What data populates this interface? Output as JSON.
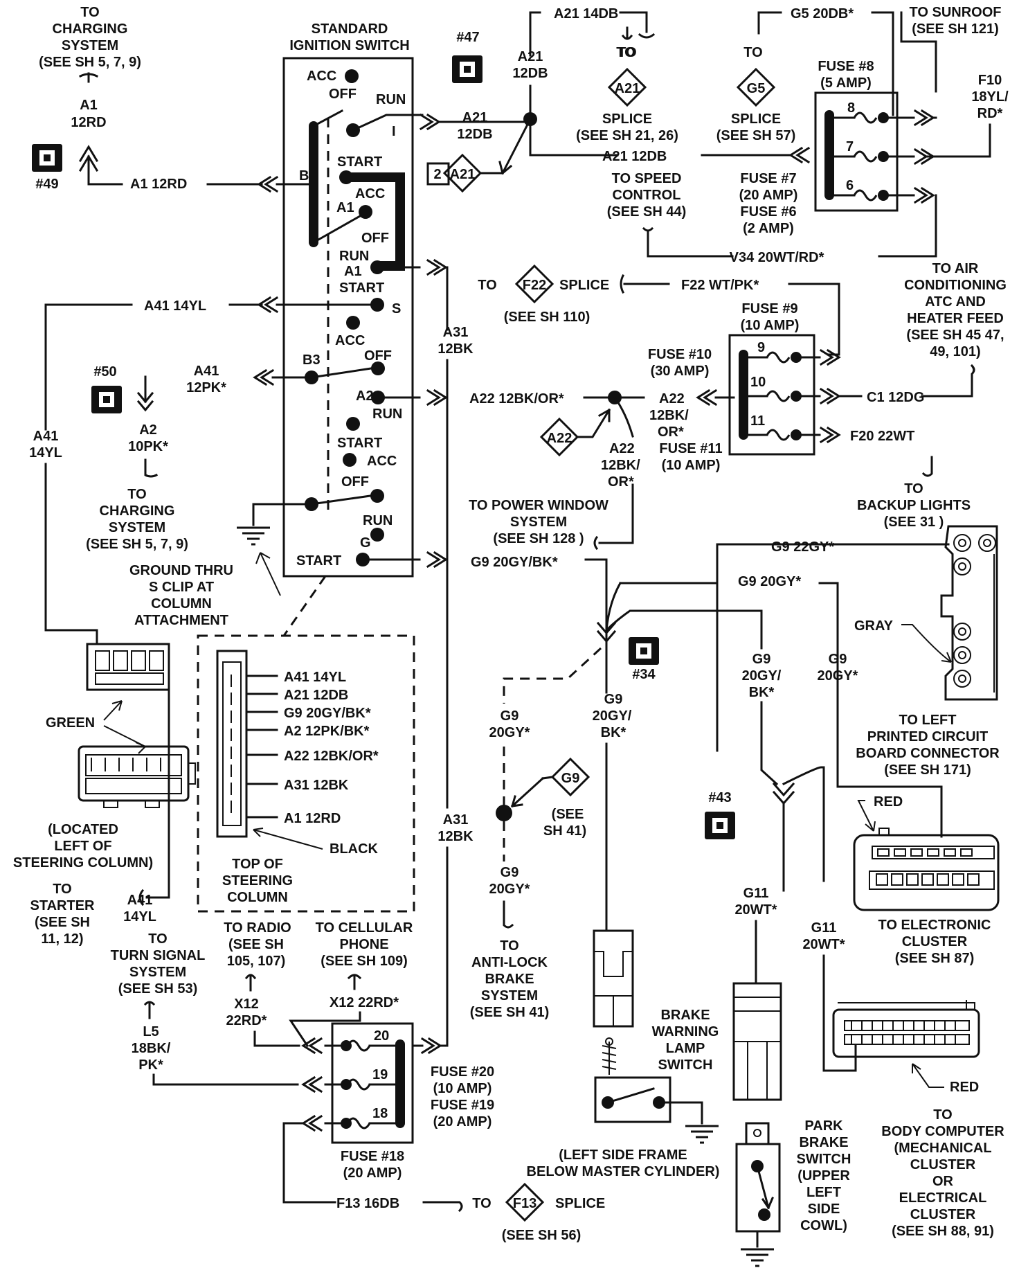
{
  "switch": {
    "title": [
      "STANDARD",
      "IGNITION SWITCH"
    ],
    "b_label": "B",
    "b3_label": "B3",
    "s_label": "S",
    "g_label": "G",
    "i_label": "I",
    "pos": {
      "acc": "ACC",
      "off": "OFF",
      "run": "RUN",
      "start": "START",
      "a1": "A1",
      "a2": "A2",
      "a1_run": "RUN",
      "a1_start": "START"
    }
  },
  "grounds": {
    "g47": "#47",
    "g49": "#49",
    "g50": "#50",
    "g34": "#34",
    "g43": "#43"
  },
  "wires": {
    "a1_12rd": "A1 12RD",
    "a1": "A1",
    "a1_gauge": "12RD",
    "a21_12db": "A21 12DB",
    "a21_14db": "A21 14DB",
    "a21": "A21",
    "a21_gauge": "12DB",
    "a41_14yl": "A41 14YL",
    "a41": "A41",
    "a41_gauge": "14YL",
    "a41_12pk": [
      "A41",
      "12PK*"
    ],
    "a2_10pk": [
      "A2",
      "10PK*"
    ],
    "a22_12bkor": "A22 12BK/OR*",
    "a22_right": [
      "A22",
      "12BK/",
      "OR*"
    ],
    "a22_down": [
      "A22",
      "12BK/",
      "OR*"
    ],
    "a31": [
      "A31",
      "12BK"
    ],
    "a31_lower": [
      "A31",
      "12BK"
    ],
    "g9_20gybk": "G9 20GY/BK*",
    "g9_20gy": "G9 20GY*",
    "g9_22gy": "G9 22GY*",
    "g9_20gy_mid": [
      "G9",
      "20GY*"
    ],
    "g9_20gybk_mid": [
      "G9",
      "20GY/",
      "BK*"
    ],
    "g9_20gybk_right": [
      "G9",
      "20GY/",
      "BK*"
    ],
    "g9_20gy_right": [
      "G9",
      "20GY*"
    ],
    "g9_20gy_low": [
      "G9",
      "20GY*"
    ],
    "g5_20db": "G5 20DB*",
    "f10": [
      "F10",
      "18YL/",
      "RD*"
    ],
    "v34": "V34 20WT/RD*",
    "f22": "F22  WT/PK*",
    "c1": "C1 12DG",
    "f20": "F20 22WT",
    "g11_a": [
      "G11",
      "20WT*"
    ],
    "g11_b": [
      "G11",
      "20WT*"
    ],
    "x12_left": [
      "X12",
      "22RD*"
    ],
    "x12_right": "X12 22RD*",
    "l5": [
      "L5",
      "18BK/",
      "PK*"
    ],
    "f13": "F13 16DB"
  },
  "destinations": {
    "charging_top": [
      "TO",
      "CHARGING",
      "SYSTEM",
      "(SEE SH 5, 7, 9)"
    ],
    "charging_mid": [
      "TO",
      "CHARGING",
      "SYSTEM",
      "(SEE SH 5, 7, 9)"
    ],
    "sunroof": [
      "TO SUNROOF",
      "(SEE SH 121)"
    ],
    "speed_control": [
      "TO SPEED",
      "CONTROL",
      "(SEE SH 44)"
    ],
    "air_conditioning": [
      "TO AIR",
      "CONDITIONING",
      "ATC AND",
      "HEATER FEED",
      "(SEE SH 45 47,",
      "49, 101)"
    ],
    "backup_lights": [
      "TO",
      "BACKUP LIGHTS",
      "(SEE 31 )"
    ],
    "power_window": [
      "TO POWER WINDOW",
      "SYSTEM",
      "(SEE SH 128 )"
    ],
    "left_pcb": [
      "TO LEFT",
      "PRINTED CIRCUIT",
      "BOARD CONNECTOR",
      "(SEE SH 171)"
    ],
    "electronic_cluster": [
      "TO ELECTRONIC",
      "CLUSTER",
      "(SEE SH 87)"
    ],
    "anti_lock": [
      "TO",
      "ANTI-LOCK",
      "BRAKE",
      "SYSTEM",
      "(SEE SH 41)"
    ],
    "starter": [
      "TO",
      "STARTER",
      "(SEE SH",
      "11, 12)"
    ],
    "turn_signal": [
      "TO",
      "TURN SIGNAL",
      "SYSTEM",
      "(SEE SH 53)"
    ],
    "radio": [
      "TO RADIO",
      "(SEE SH",
      "105, 107)"
    ],
    "cellular": [
      "TO CELLULAR",
      "PHONE",
      "(SEE SH 109)"
    ],
    "body_computer": [
      "TO",
      "BODY COMPUTER",
      "(MECHANICAL",
      "CLUSTER",
      "OR",
      "ELECTRICAL",
      "CLUSTER",
      "(SEE SH 88, 91)"
    ],
    "to_word": "TO"
  },
  "splices": {
    "a21_top": "A21",
    "a21_top_label": [
      "SPLICE",
      "(SEE SH 21, 26)"
    ],
    "g5": "G5",
    "g5_label": [
      "SPLICE",
      "(SEE SH 57)"
    ],
    "a21_left": "A21",
    "a21_left_num": "2",
    "f22": "F22",
    "f22_label": "SPLICE",
    "f22_see": "(SEE SH 110)",
    "a22": "A22",
    "g9": "G9",
    "g9_see": [
      "(SEE",
      "SH 41)"
    ],
    "f13": "F13",
    "f13_label": "SPLICE",
    "f13_see": "(SEE SH 56)"
  },
  "fuses": {
    "f8": [
      "FUSE #8",
      "(5 AMP)"
    ],
    "f7_f6": [
      "FUSE #7",
      "(20 AMP)",
      "FUSE #6",
      "(2 AMP)"
    ],
    "f9": [
      "FUSE #9",
      "(10 AMP)"
    ],
    "f10": [
      "FUSE #10",
      "(30 AMP)"
    ],
    "f11": [
      "FUSE #11",
      "(10 AMP)"
    ],
    "f20_f19": [
      "FUSE #20",
      "(10 AMP)",
      "FUSE #19",
      "(20 AMP)"
    ],
    "f18": [
      "FUSE #18",
      "(20 AMP)"
    ],
    "n8": "8",
    "n7": "7",
    "n6": "6",
    "n9": "9",
    "n10": "10",
    "n11": "11",
    "n20": "20",
    "n19": "19",
    "n18": "18"
  },
  "connector": {
    "pins": [
      "A41 14YL",
      "A21 12DB",
      "G9 20GY/BK*",
      "A2 12PK/BK*",
      "A22 12BK/OR*",
      "A31 12BK",
      "A1 12RD"
    ],
    "black": "BLACK",
    "top_of_column": [
      "TOP OF",
      "STEERING",
      "COLUMN"
    ],
    "green": "GREEN",
    "located": [
      "(LOCATED",
      "LEFT OF",
      "STEERING COLUMN)"
    ]
  },
  "misc": {
    "ground_thru": [
      "GROUND THRU",
      "S CLIP AT",
      "COLUMN",
      "ATTACHMENT"
    ],
    "gray": "GRAY",
    "red_top": "RED",
    "red_bottom": "RED",
    "brake_warning": [
      "BRAKE",
      "WARNING",
      "LAMP",
      "SWITCH"
    ],
    "left_side_frame": [
      "(LEFT SIDE FRAME",
      "BELOW MASTER CYLINDER)"
    ],
    "park_brake": [
      "PARK",
      "BRAKE",
      "SWITCH",
      "(UPPER",
      "LEFT",
      "SIDE",
      "COWL)"
    ]
  }
}
